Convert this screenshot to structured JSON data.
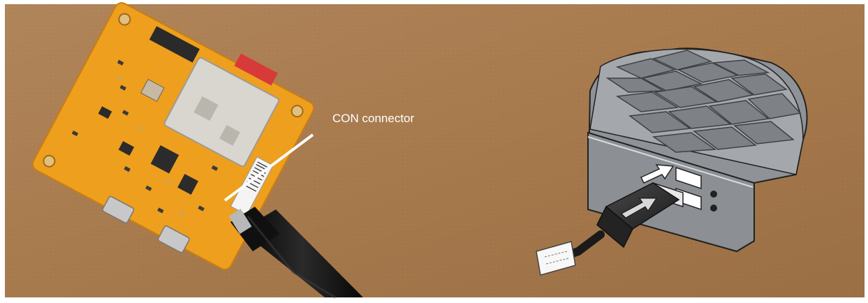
{
  "annotation": {
    "label": "CON connector"
  },
  "colors": {
    "background_cardboard": "#a97d4f",
    "pcb_orange": "#f0a21f",
    "cable_black": "#141414",
    "laptop_gray": "#8f9398",
    "callout_text": "#ffffff"
  },
  "icons": {
    "insert_arrow": "arrow-right",
    "plug_arrow": "arrow-right"
  }
}
